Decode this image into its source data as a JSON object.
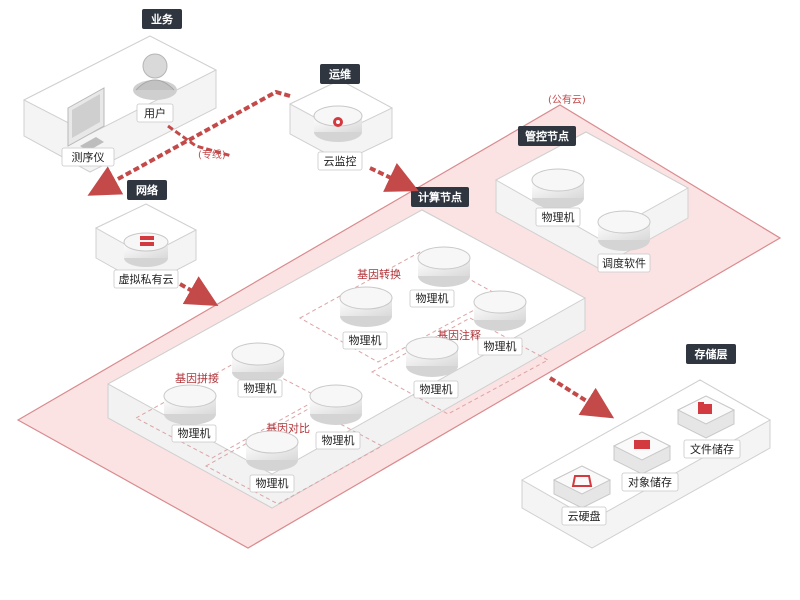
{
  "tags": {
    "business": "业务",
    "ops": "运维",
    "network": "网络",
    "compute": "计算节点",
    "control": "管控节点",
    "storage": "存储层"
  },
  "nodes": {
    "sequencer": "测序仪",
    "user": "用户",
    "cloud_monitor": "云监控",
    "vpc": "虚拟私有云",
    "scheduler": "调度软件",
    "file_storage": "文件储存",
    "object_storage": "对象储存",
    "cloud_disk": "云硬盘",
    "physical_machine": "物理机"
  },
  "groups": {
    "gene_convert": "基因转换",
    "gene_annotate": "基因注释",
    "gene_assemble": "基因拼接",
    "gene_align": "基因对比"
  },
  "colors": {
    "accent": "#d23a3f",
    "tag": "#2f3640",
    "zone_fill": "#fbe3e4"
  }
}
